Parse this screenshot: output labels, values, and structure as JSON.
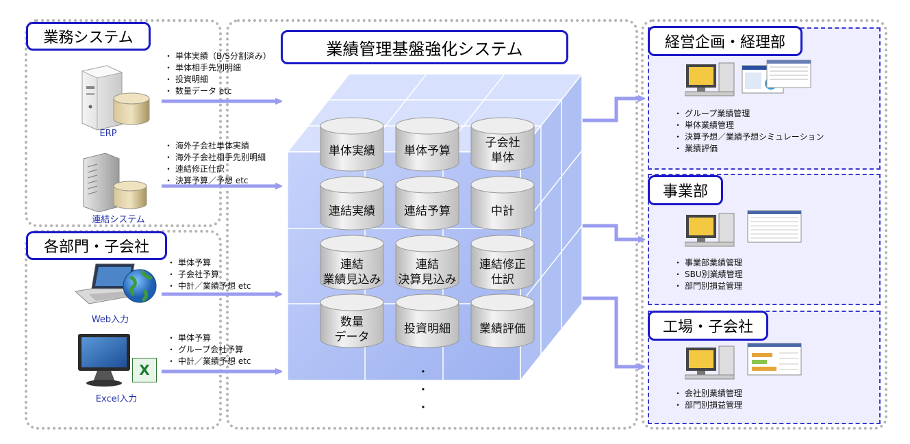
{
  "left_top": {
    "title": "業務システム",
    "groups": [
      {
        "items": [
          "単体実績（B/S分割済み）",
          "単体相手先別明細",
          "投資明細",
          "数量データ etc"
        ],
        "source": "ERP"
      },
      {
        "items": [
          "海外子会社単体実績",
          "海外子会社相手先別明細",
          "連結修正仕訳",
          "決算予算／予想 etc"
        ],
        "source": "連結システム"
      }
    ]
  },
  "left_bottom": {
    "title": "各部門・子会社",
    "groups": [
      {
        "items": [
          "単体予算",
          "子会社予算",
          "中計／業績予想 etc"
        ],
        "source": "Web入力"
      },
      {
        "items": [
          "単体予算",
          "グループ会社予算",
          "中計／業績予想 etc"
        ],
        "source": "Excel入力"
      }
    ]
  },
  "center": {
    "title": "業績管理基盤強化システム",
    "cells": [
      [
        "単体実績",
        "単体予算",
        "子会社\n単体"
      ],
      [
        "連結実績",
        "連結予算",
        "中計"
      ],
      [
        "連結\n業績見込み",
        "連結\n決算見込み",
        "連結修正\n仕訳"
      ],
      [
        "数量\nデータ",
        "投資明細",
        "業績評価"
      ]
    ],
    "ellipsis": "・"
  },
  "right": [
    {
      "title": "経営企画・経理部",
      "items": [
        "グループ業績管理",
        "単体業績管理",
        "決算予想／業績予想シミュレーション",
        "業績評価"
      ]
    },
    {
      "title": "事業部",
      "items": [
        "事業部業績管理",
        "SBU別業績管理",
        "部門別損益管理"
      ]
    },
    {
      "title": "工場・子会社",
      "items": [
        "会社別業績管理",
        "部門別損益管理"
      ]
    }
  ],
  "colors": {
    "accent": "#1a18c8",
    "arrow": "#9a9cf0",
    "cube": "#b9c6f5",
    "panel": "#eeeefe"
  }
}
